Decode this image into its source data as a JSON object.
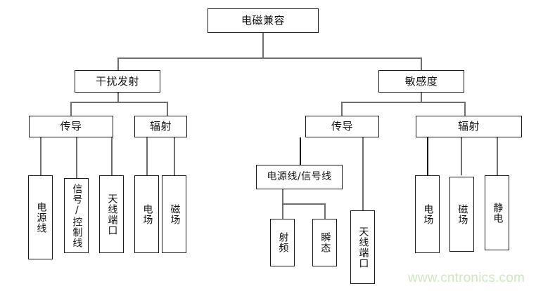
{
  "diagram": {
    "title": "电磁兼容",
    "type": "tree",
    "root": {
      "label": "电磁兼容"
    },
    "level2": [
      {
        "id": "emission",
        "label": "干扰发射"
      },
      {
        "id": "susceptibility",
        "label": "敏感度"
      }
    ],
    "level3": [
      {
        "id": "emission-conducted",
        "label": "传导",
        "parent": "emission"
      },
      {
        "id": "emission-radiated",
        "label": "辐射",
        "parent": "emission"
      },
      {
        "id": "susceptibility-conducted",
        "label": "传导",
        "parent": "susceptibility"
      },
      {
        "id": "susceptibility-radiated",
        "label": "辐射",
        "parent": "susceptibility"
      }
    ],
    "level4": [
      {
        "id": "power-line",
        "label": "电源线",
        "parent": "emission-conducted",
        "orientation": "vertical"
      },
      {
        "id": "signal-control-line",
        "label": "信号/控制线",
        "parent": "emission-conducted",
        "orientation": "vertical"
      },
      {
        "id": "antenna-port-emission",
        "label": "天线端口",
        "parent": "emission-conducted",
        "orientation": "vertical"
      },
      {
        "id": "electric-field-emission",
        "label": "电场",
        "parent": "emission-radiated",
        "orientation": "vertical"
      },
      {
        "id": "magnetic-field-emission",
        "label": "磁场",
        "parent": "emission-radiated",
        "orientation": "vertical"
      },
      {
        "id": "power-signal-line",
        "label": "电源线/信号线",
        "parent": "susceptibility-conducted",
        "orientation": "horizontal"
      },
      {
        "id": "antenna-port-susceptibility",
        "label": "天线端口",
        "parent": "susceptibility-conducted",
        "orientation": "vertical"
      },
      {
        "id": "electric-field-susceptibility",
        "label": "电场",
        "parent": "susceptibility-radiated",
        "orientation": "vertical"
      },
      {
        "id": "magnetic-field-susceptibility",
        "label": "磁场",
        "parent": "susceptibility-radiated",
        "orientation": "vertical"
      },
      {
        "id": "electrostatic",
        "label": "静电",
        "parent": "susceptibility-radiated",
        "orientation": "vertical"
      }
    ],
    "level5": [
      {
        "id": "rf",
        "label": "射频",
        "parent": "power-signal-line",
        "orientation": "vertical"
      },
      {
        "id": "transient",
        "label": "瞬态",
        "parent": "power-signal-line",
        "orientation": "vertical"
      }
    ],
    "colors": {
      "box_border": "#1a1a1a",
      "edge": "#6f6f6f",
      "background": "#ffffff",
      "text": "#111111",
      "watermark": "#cfe7c4"
    }
  },
  "watermark": {
    "text": "www.cntronics.com"
  }
}
